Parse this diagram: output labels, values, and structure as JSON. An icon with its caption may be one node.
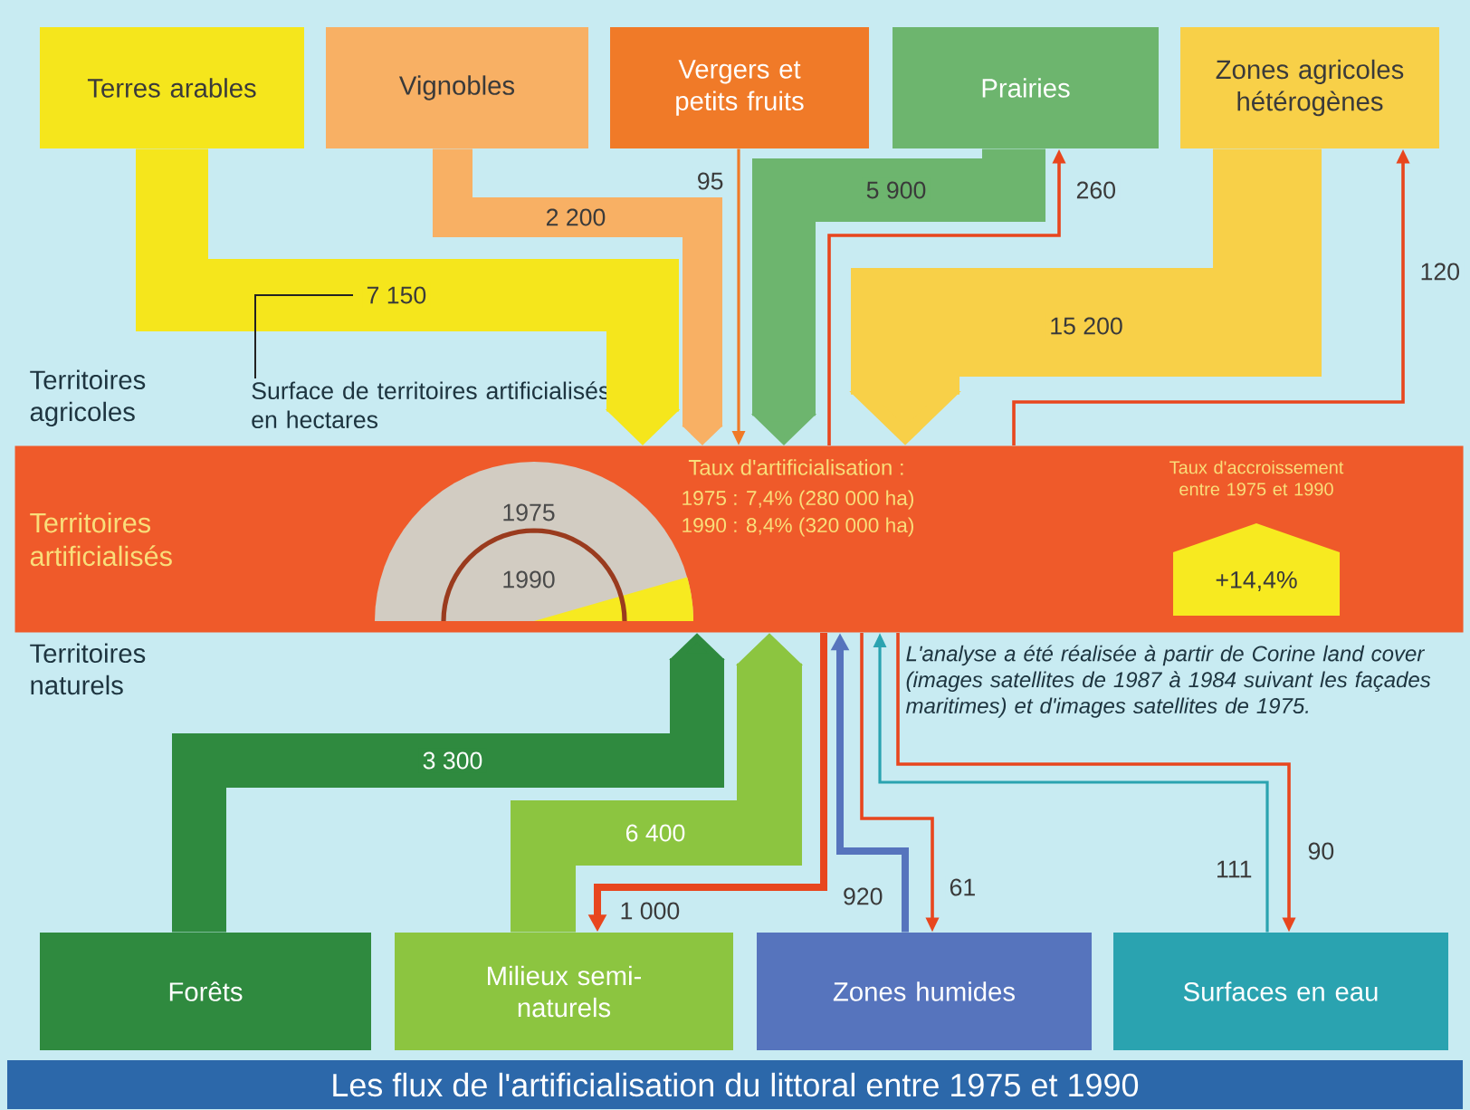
{
  "diagram": {
    "title": "Les flux de l'artificialisation du littoral entre 1975 et 1990",
    "nodes": [
      {
        "text": [
          "Terres arables"
        ]
      },
      {
        "text": [
          "Vignobles"
        ]
      },
      {
        "text": [
          "Vergers et petits fruits"
        ]
      },
      {
        "text": [
          "Prairies"
        ]
      },
      {
        "text": [
          "Zones agricoles hétérogènes"
        ]
      },
      {
        "text": [
          "Territoires artificialisés"
        ]
      },
      {
        "text": [
          "+14,4%"
        ],
        "in": 5,
        "beside": [
          "Taux d'accroissement entre 1975 et 1990"
        ]
      },
      {
        "text": [
          "Forêts"
        ]
      },
      {
        "text": [
          "Milieux semi-naturels"
        ]
      },
      {
        "text": [
          "Zones humides"
        ]
      },
      {
        "text": [
          "Surfaces en eau"
        ]
      },
      {
        "text": [
          "Surface de territoires artificialisés en hectares"
        ]
      }
    ],
    "edges": [
      {
        "from": 0,
        "to": 5,
        "arrow": "to",
        "label": "7 150",
        "style": "thick",
        "color": "#f5e61c"
      },
      {
        "from": 1,
        "to": 5,
        "arrow": "to",
        "label": "2 200",
        "style": "thick",
        "color": "#f8b064"
      },
      {
        "from": 2,
        "to": 5,
        "arrow": "to",
        "label": "95",
        "color": "#f07a28"
      },
      {
        "from": 3,
        "to": 5,
        "arrow": "to",
        "label": "5 900",
        "style": "thick",
        "color": "#6db56e"
      },
      {
        "from": 5,
        "to": 3,
        "arrow": "to",
        "label": "260",
        "color": "#e8461e"
      },
      {
        "from": 4,
        "to": 5,
        "arrow": "to",
        "label": "15 200",
        "style": "thick",
        "color": "#f8d048"
      },
      {
        "from": 5,
        "to": 4,
        "arrow": "to",
        "label": "120",
        "color": "#e8461e"
      },
      {
        "from": 7,
        "to": 5,
        "arrow": "to",
        "label": "3 300",
        "style": "thick",
        "color": "#2f8a3f"
      },
      {
        "from": 8,
        "to": 5,
        "arrow": "to",
        "label": "6 400",
        "style": "thick",
        "color": "#8cc540"
      },
      {
        "from": 5,
        "to": 8,
        "arrow": "to",
        "label": "1 000",
        "color": "#e8461e"
      },
      {
        "from": 9,
        "to": 5,
        "arrow": "to",
        "label": "920",
        "color": "#5674bd"
      },
      {
        "from": 5,
        "to": 9,
        "arrow": "to",
        "label": "61",
        "color": "#e8461e"
      },
      {
        "from": 10,
        "to": 5,
        "arrow": "to",
        "label": "111",
        "color": "#2aa3b0"
      },
      {
        "from": 5,
        "to": 10,
        "arrow": "to",
        "label": "90",
        "color": "#e8461e"
      },
      {
        "from": 11,
        "to": null,
        "arrow": "none",
        "color": "#222222"
      }
    ],
    "labels": [
      "Territoires agricoles",
      "Taux d'artificialisation :",
      "1975",
      "1975 : 7,4% (280 000 ha)",
      "1990",
      "1990 : 8,4% (320 000 ha)",
      "Territoires naturels",
      "L'analyse a été réalisée à partir de Corine land cover (images satellites de 1987 à 1984 suivant les façades maritimes) et d'images satellites de 1975."
    ]
  }
}
